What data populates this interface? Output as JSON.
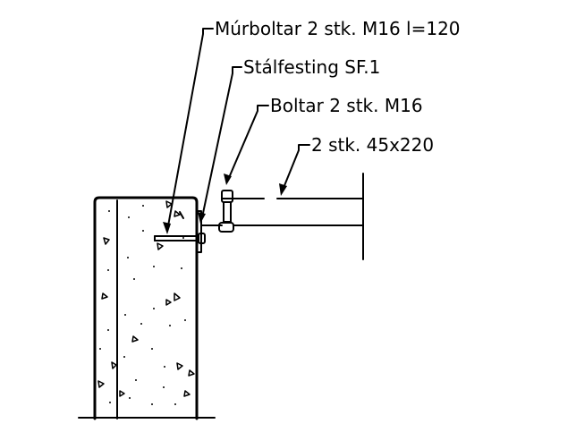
{
  "labels": {
    "anchor_bolts": "Múrboltar 2 stk. M16 l=120",
    "steel_bracket": "Stálfesting SF.1",
    "bolts": "Boltar 2 stk. M16",
    "beams": "2 stk. 45x220"
  },
  "colors": {
    "line": "#000000",
    "background": "#ffffff"
  }
}
